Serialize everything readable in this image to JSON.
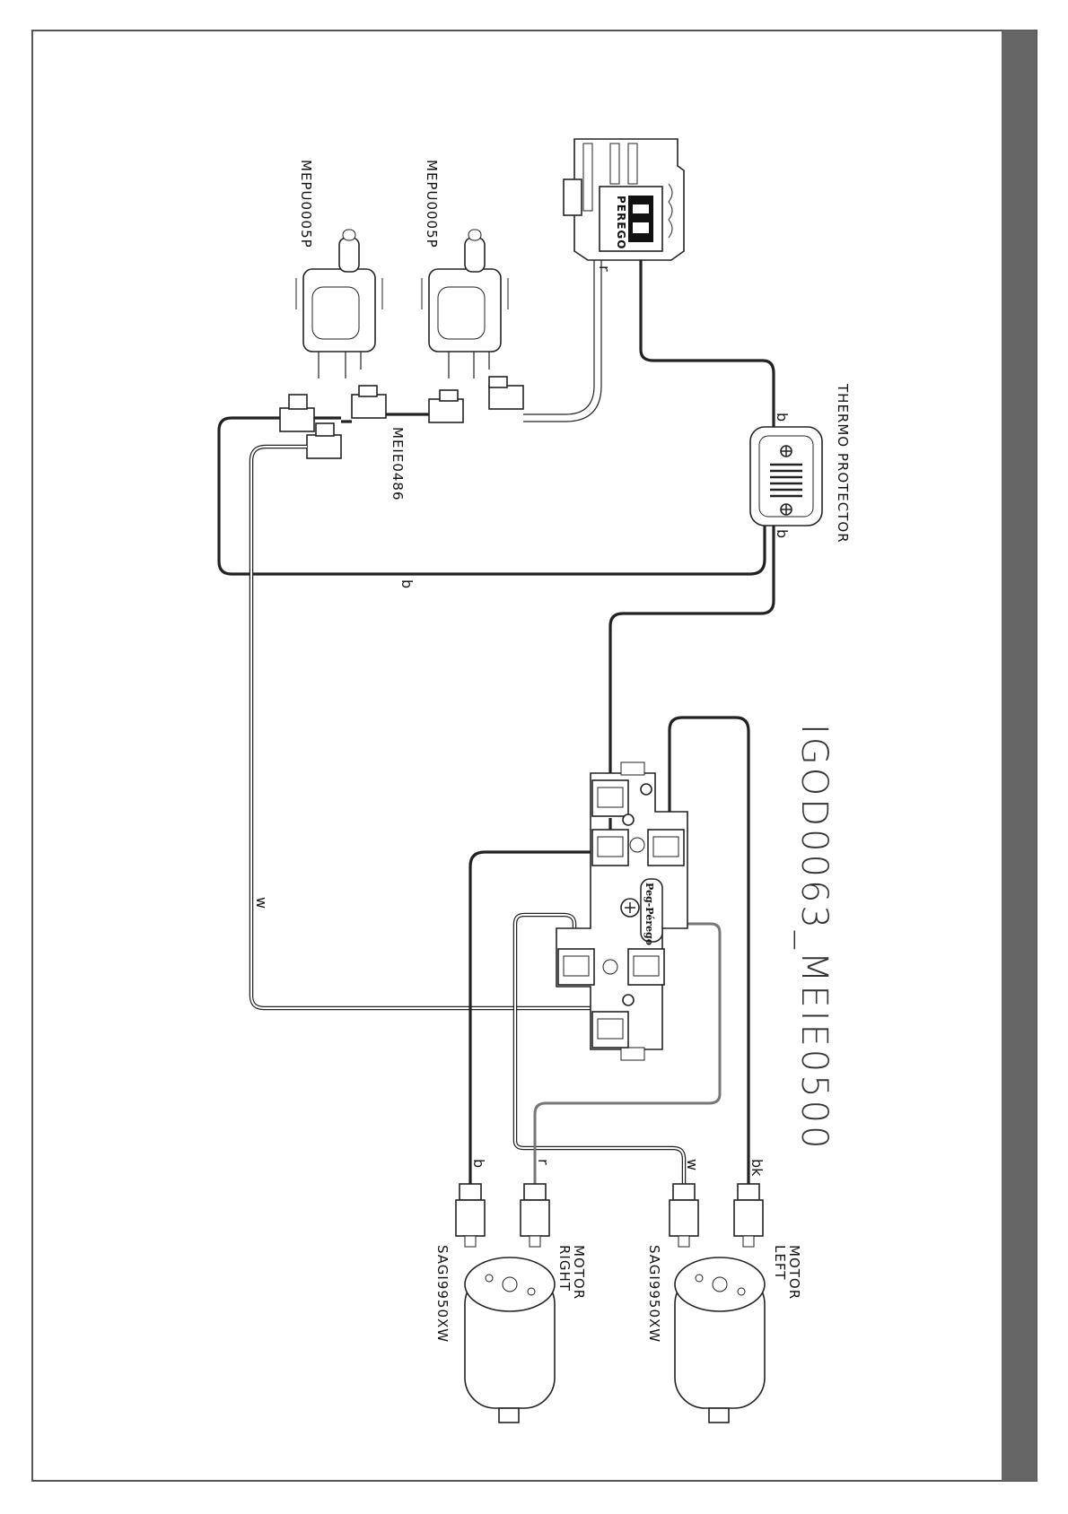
{
  "diagram": {
    "title": "IGOD0063_MEIE0500",
    "components": {
      "switch_top": "MEPU0005P",
      "switch_bottom": "MEPU0005P",
      "harness": "MEIE0486",
      "thermo": "THERMO PROTECTOR",
      "motor_left_line1": "MOTOR",
      "motor_left_line2": "LEFT",
      "motor_left_part": "SAGI9950XW",
      "motor_right_line1": "MOTOR",
      "motor_right_line2": "RIGHT",
      "motor_right_part": "SAGI9950XW",
      "connector_brand": "PEREGO",
      "board_brand": "Peg-Pérego"
    },
    "wire_labels": {
      "r_connector": "r",
      "b_thermo_top": "b",
      "b_thermo_bottom": "b",
      "b_loop": "b",
      "w_long": "w",
      "motor_b": "b",
      "motor_r": "r",
      "motor_w": "w",
      "motor_bk": "bk"
    },
    "colors": {
      "frame": "#555555",
      "sidebar": "#666666",
      "wire": "#222222"
    }
  }
}
